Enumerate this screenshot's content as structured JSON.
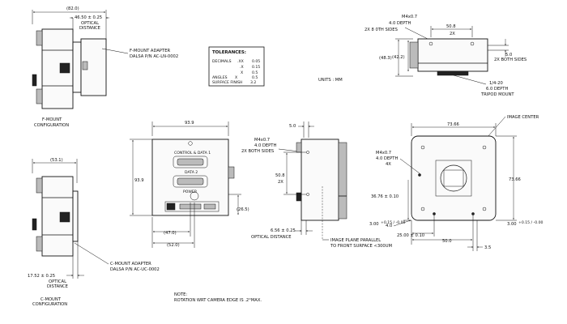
{
  "fmount": {
    "dim_top": "(82.0)",
    "dim_optical": "46.50 ± 0.25",
    "optical_l1": "OPTICAL",
    "optical_l2": "DISTANCE",
    "adapter_l1": "F-MOUNT ADAPTER",
    "adapter_l2": "DALSA P/N AC-LN-0002",
    "cfg_l1": "F-MOUNT",
    "cfg_l2": "CONFIGURATION"
  },
  "tolerances": {
    "title": "TOLERANCES:",
    "rows": [
      {
        "label": "DECIMALS",
        "sym": ".XX",
        "val": "0.05"
      },
      {
        "label": "",
        "sym": ".X",
        "val": "0.15"
      },
      {
        "label": "",
        "sym": "X",
        "val": "0.5"
      },
      {
        "label": "ANGLES",
        "sym": "X",
        "val": "0.5"
      },
      {
        "label": "SURFACE FINISH",
        "sym": "",
        "val": "3.2"
      }
    ]
  },
  "units": "UNITS : MM",
  "topright": {
    "m4_l1": "M4x0.7",
    "m4_l2": "4.0 DEPTH",
    "m4_l3": "2X 8   0TH SIDES",
    "dim_508": "50.8",
    "dim_2x": "2X",
    "dim_483": "(48.3)",
    "dim_422": "(42.2)",
    "dim_50": "5.0",
    "dim_both": "2X BOTH SIDES",
    "tripod_l1": "1/4-20",
    "tripod_l2": "6.0 DEPTH",
    "tripod_l3": "TRIPOD MOUNT"
  },
  "rear": {
    "dim_939_top": "93.9",
    "dim_939_side": "93.9",
    "label_control": "CONTROL & DATA 1",
    "label_data2": "DATA 2",
    "label_power": "POWER",
    "dim_265": "(26.5)",
    "dim_470": "(47.0)",
    "dim_520": "(52.0)"
  },
  "side": {
    "dim_50": "5.0",
    "m4_l1": "M4x0.7",
    "m4_l2": "4.0 DEPTH",
    "m4_l3": "2X BOTH SIDES",
    "dim_508": "50.8",
    "dim_2x": "2X",
    "dim_656": "6.56 ± 0.25",
    "optical": "OPTICAL DISTANCE",
    "plane_l1": "IMAGE PLANE PARALLEL",
    "plane_l2": "TO FRONT SURFACE <300UM"
  },
  "front": {
    "dim_7366_top": "73.66",
    "image_center": "IMAGE CENTER",
    "m4_l1": "M4x0.7",
    "m4_l2": "4.0 DEPTH",
    "m4_l3": "4X",
    "dim_7366_side": "73.66",
    "dim_3876": "36.76 ± 0.10",
    "dim_300_l": "3.00",
    "dim_300_l_tol": "+0.15 / -0.00",
    "dim_40": "4.0",
    "dim_2500": "25.00 ± 0.10",
    "dim_300_r": "3.00",
    "dim_300_r_tol": "+0.15 / -0.00",
    "dim_500": "50.0",
    "dim_35": "3.5"
  },
  "cmount": {
    "dim_top": "(53.1)",
    "dim_optical": "17.52 ± 0.25",
    "optical_l1": "OPTICAL",
    "optical_l2": "DISTANCE",
    "adapter_l1": "C-MOUNT ADAPTER",
    "adapter_l2": "DALSA P/N AC-UC-0002",
    "cfg_l1": "C-MOUNT",
    "cfg_l2": "CONFIGURATION"
  },
  "note": {
    "l1": "NOTE:",
    "l2": "ROTATION WRT CAMERA EDGE IS .2°MAX."
  }
}
